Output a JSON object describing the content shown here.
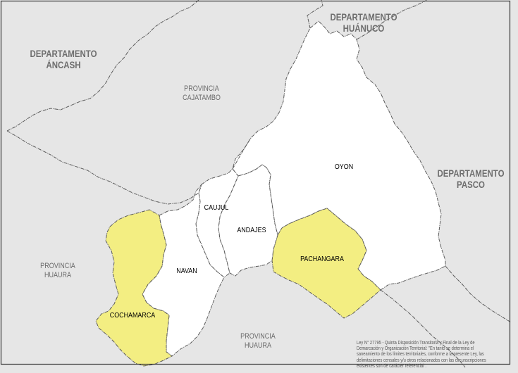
{
  "colors": {
    "background": "#e6e6e6",
    "district_highlight": "#f3ee82",
    "district_default": "#ffffff",
    "boundary": "#5a5a5a",
    "frame": "#333333"
  },
  "labels": {
    "dept_ancash": "DEPARTAMENTO\nÁNCASH",
    "dept_huanuco": "DEPARTAMENTO\nHUÁNUCO",
    "dept_pasco": "DEPARTAMENTO\nPASCO",
    "prov_cajatambo": "PROVINCIA\nCAJATAMBO",
    "prov_huaura_west": "PROVINCIA\nHUAURA",
    "prov_huaura_south": "PROVINCIA\nHUAURA"
  },
  "districts": [
    {
      "name": "OYON",
      "highlighted": false
    },
    {
      "name": "PACHANGARA",
      "highlighted": true
    },
    {
      "name": "ANDAJES",
      "highlighted": false
    },
    {
      "name": "CAUJUL",
      "highlighted": false
    },
    {
      "name": "NAVAN",
      "highlighted": false
    },
    {
      "name": "COCHAMARCA",
      "highlighted": true
    }
  ],
  "legal_note": "Ley N° 27795 - Quinta Disposición Transitoria y Final de la Ley de Demarcación y Organización Territorial: \"En tanto se determina el saneamiento de los límites territoriales, conforme a la presente Ley, las delimitaciones censales y/u otros relacionados con las circunscripciones existentes son de carácter referencial\"."
}
